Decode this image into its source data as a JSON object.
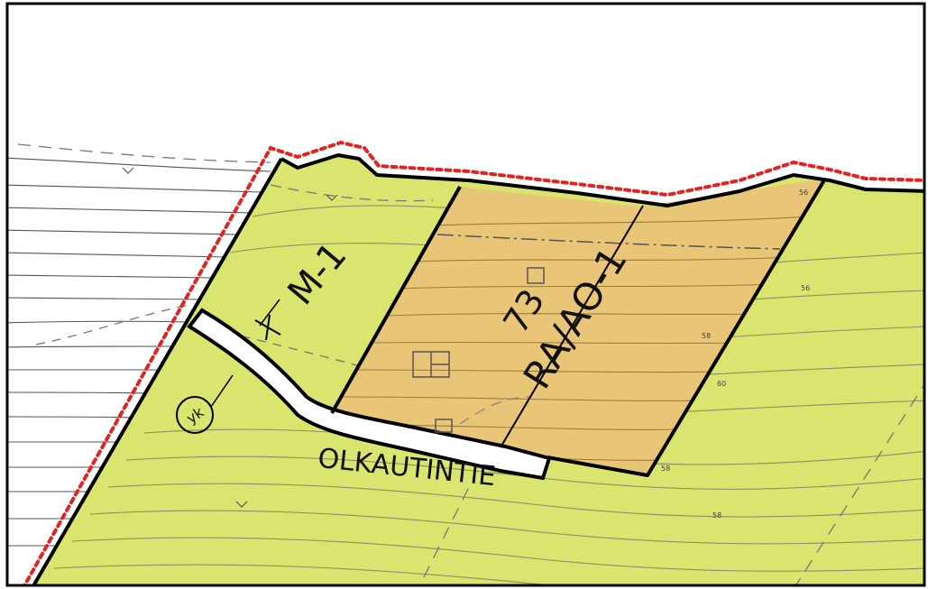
{
  "colors": {
    "forest_zone": "#d9e56e",
    "residential_zone": "#e8c577",
    "shoreline_boundary": "#e32222",
    "outline": "#000000",
    "road": "#ffffff"
  },
  "labels": {
    "forest_zone": "M-1",
    "plot_number": "73",
    "residential_zone": "RA/AO-1",
    "road_name": "OLKAUTINTIE",
    "circle_symbol": "yk"
  },
  "contour_labels": [
    "56",
    "56",
    "58",
    "60",
    "58",
    "58"
  ]
}
